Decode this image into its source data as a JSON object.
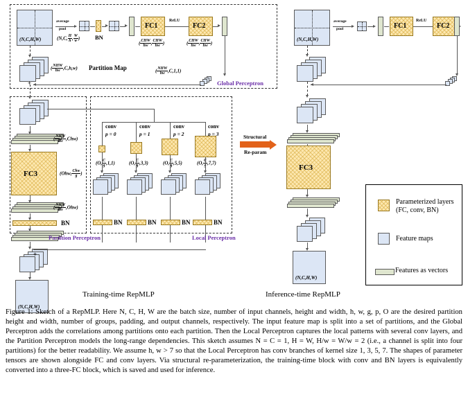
{
  "figure": {
    "caption_label": "Figure 1:",
    "caption_text": " Sketch of a RepMLP. Here N, C, H, W are the batch size, number of input channels, height and width, h, w, g, p, O are the desired partition height and width, number of groups, padding, and output channels, respectively. The input feature map is split into a set of partitions, and the Global Perceptron adds the correlations among partitions onto each partition. Then the Local Perceptron captures the local patterns with several conv layers, and the Partition Perceptron models the long-range dependencies. This sketch assumes N = C = 1, H = W, H/w = W/w = 2 (i.e., a channel is split into four partitions) for the better readability. We assume h, w > 7 so that the Local Perceptron has conv branches of kernel size 1, 3, 5, 7. The shapes of parameter tensors are shown alongside FC and conv layers. Via structural re-parameterization, the training-time block with conv and BN layers is equivalently converted into a three-FC block, which is saved and used for inference."
  },
  "titles": {
    "training": "Training-time RepMLP",
    "inference": "Inference-time RepMLP"
  },
  "groups": {
    "global_perceptron": "Global Perceptron",
    "partition_perceptron": "Partition Perceptron",
    "local_perceptron": "Local Perceptron"
  },
  "reparam": {
    "line1": "Structural",
    "line2": "Re-param"
  },
  "train": {
    "input_shape": "(N,C,H,W)",
    "avg_pool_1": "average",
    "avg_pool_2": "pool",
    "pooled_shape_prefix": "(N,C,",
    "pooled_frac_1_num": "H",
    "pooled_frac_1_den": "h",
    "pooled_frac_2_num": "W",
    "pooled_frac_2_den": "w",
    "pooled_shape_suffix": ")",
    "bn_label": "BN",
    "fc1": "FC1",
    "fc2": "FC2",
    "relu": "ReLU",
    "fc1_shape_num": "CHW",
    "fc1_shape_den": "hw",
    "fc2_shape_num": "CHW",
    "fc2_shape_den": "hw",
    "partition_map": "Partition Map",
    "partition_shape_num": "NHW",
    "partition_shape_den": "hw",
    "partition_shape_tail": ",C,h,w)",
    "global_out_num": "NHW",
    "global_out_den": "hw",
    "global_out_tail": ",C,1,1)",
    "plus": "+",
    "fc3": "FC3",
    "fc3_in_num": "NHW",
    "fc3_in_den": "hw",
    "fc3_in_tail": ",Chw)",
    "fc3_w_prefix": "(Ohw,",
    "fc3_w_num": "Chw",
    "fc3_w_den": "g",
    "fc3_out_num": "NHW",
    "fc3_out_den": "hw",
    "fc3_out_tail": ",Ohw)",
    "bn_after_fc3": "BN",
    "output_shape": "(N,C,H,W)"
  },
  "conv_branches": [
    {
      "name": "conv",
      "padding": "p = 0",
      "shape_prefix": "(O,",
      "shape_num": "C",
      "shape_den": "g",
      "shape_tail": ",1,1)",
      "bn": "BN"
    },
    {
      "name": "conv",
      "padding": "p = 1",
      "shape_prefix": "(O,",
      "shape_num": "C",
      "shape_den": "g",
      "shape_tail": ",3,3)",
      "bn": "BN"
    },
    {
      "name": "conv",
      "padding": "p = 2",
      "shape_prefix": "(O,",
      "shape_num": "C",
      "shape_den": "g",
      "shape_tail": ",5,5)",
      "bn": "BN"
    },
    {
      "name": "conv",
      "padding": "p = 3",
      "shape_prefix": "(O,",
      "shape_num": "C",
      "shape_den": "g",
      "shape_tail": ",7,7)",
      "bn": "BN"
    }
  ],
  "infer": {
    "input_shape": "(N,C,H,W)",
    "avg_pool_1": "average",
    "avg_pool_2": "pool",
    "fc1": "FC1",
    "fc2": "FC2",
    "relu": "ReLU",
    "fc3": "FC3",
    "output_shape": "(N,C,H,W)"
  },
  "legend": {
    "items": [
      {
        "swatch": "param",
        "line1": "Parameterized layers",
        "line2": "(FC, conv, BN)"
      },
      {
        "swatch": "fmap",
        "line1": "Feature maps",
        "line2": ""
      },
      {
        "swatch": "vec",
        "line1": "Features as vectors",
        "line2": ""
      }
    ]
  },
  "colors": {
    "feature_map": "#dce6f5",
    "parameterized": "#fde8b0",
    "vector": "#dfe6cf",
    "group_label": "#6b2fa8",
    "reparam_arrow": "#e2621a",
    "stroke": "#555555"
  }
}
